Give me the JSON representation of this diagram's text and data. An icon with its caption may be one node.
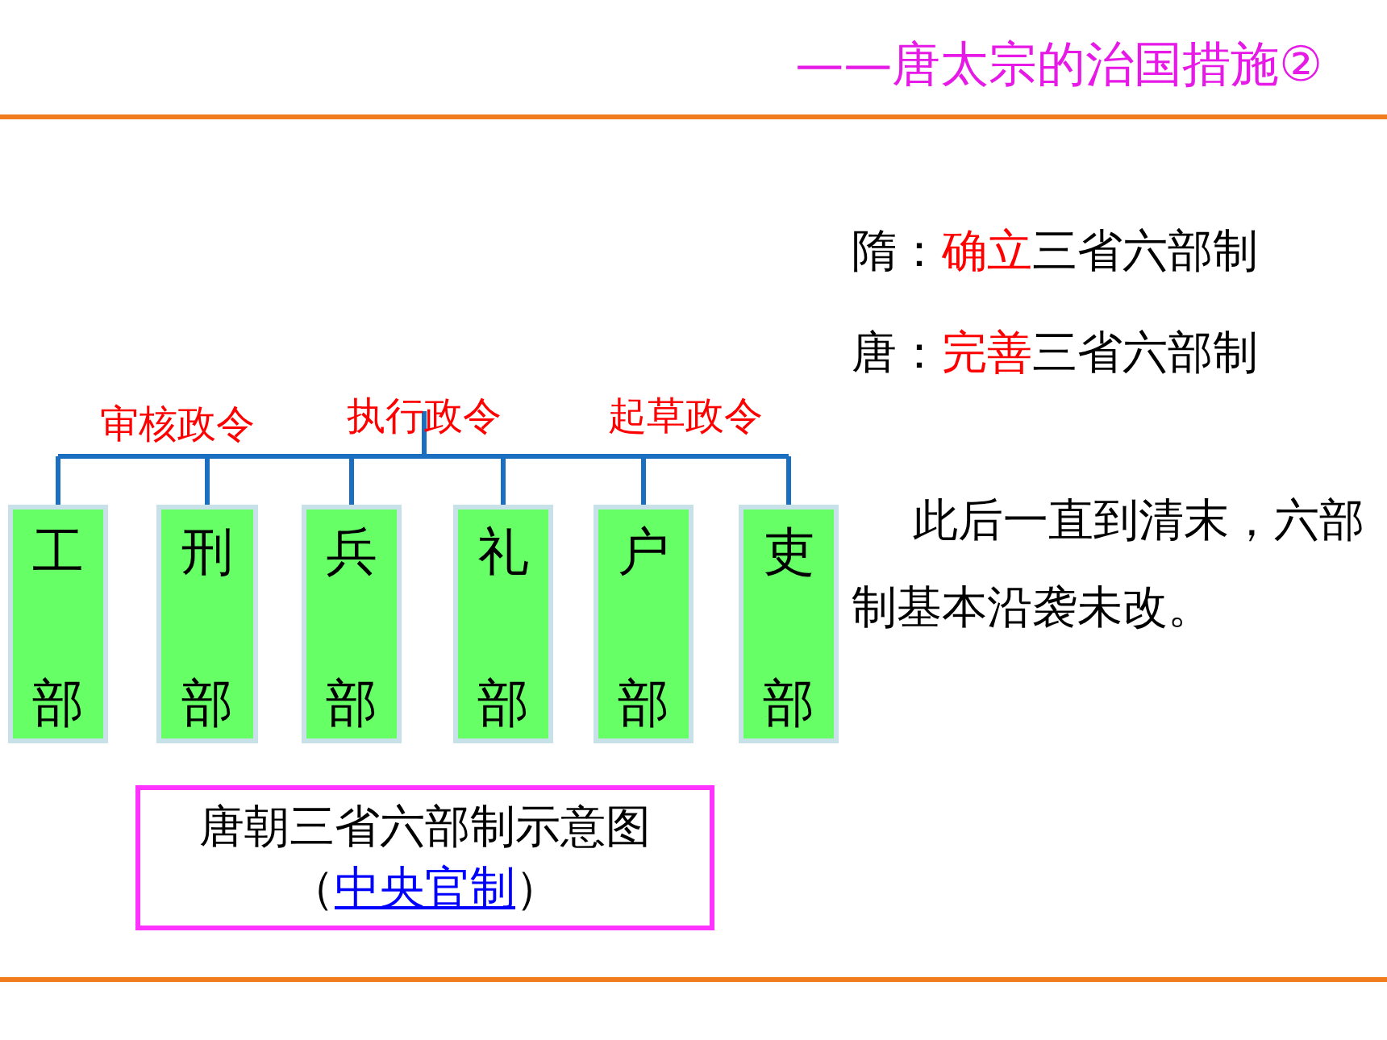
{
  "diagram": {
    "title": "——唐太宗的治国措施②",
    "nodes": [
      {
        "text": [
          "工",
          "部"
        ]
      },
      {
        "text": [
          "刑",
          "部"
        ]
      },
      {
        "text": [
          "兵",
          "部"
        ]
      },
      {
        "text": [
          "礼",
          "部"
        ]
      },
      {
        "text": [
          "户",
          "部"
        ]
      },
      {
        "text": [
          "吏",
          "部"
        ]
      },
      {
        "text": [
          "唐朝三省六部制示意图",
          "（",
          "中央官制",
          "）"
        ]
      }
    ],
    "edges": [
      {
        "from": null,
        "to": 0,
        "arrow": "none"
      },
      {
        "from": null,
        "to": 1,
        "arrow": "none"
      },
      {
        "from": null,
        "to": 2,
        "arrow": "none"
      },
      {
        "from": null,
        "to": 3,
        "arrow": "none"
      },
      {
        "from": null,
        "to": 4,
        "arrow": "none"
      },
      {
        "from": null,
        "to": 5,
        "arrow": "none"
      }
    ],
    "labels": [
      "审核政令",
      "执行政令",
      "起草政令",
      "隋：**确立**三省六部制",
      "唐：**完善**三省六部制",
      "此后一直到清末，六部制基本沿袭未改。"
    ]
  }
}
